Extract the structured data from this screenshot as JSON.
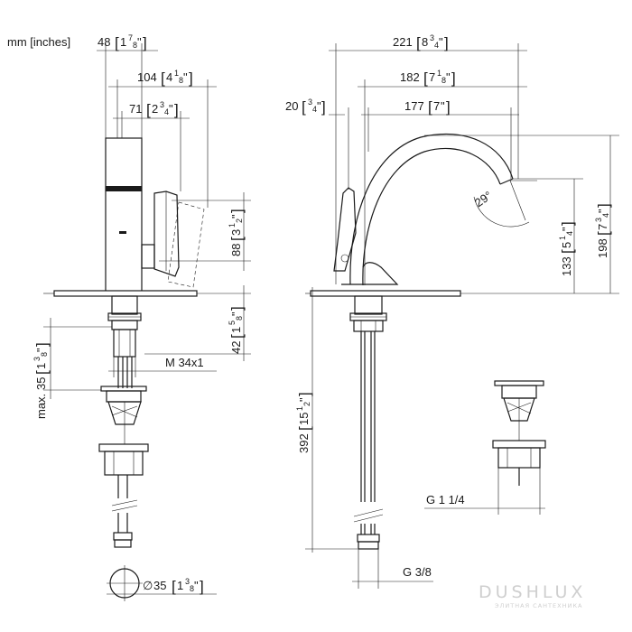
{
  "unit_label": "mm [inches]",
  "dimensions": {
    "left_width_48": {
      "mm": "48",
      "inch_whole": "1",
      "inch_num": "7",
      "inch_den": "8"
    },
    "left_width_104": {
      "mm": "104",
      "inch_whole": "4",
      "inch_num": "1",
      "inch_den": "8"
    },
    "left_width_71": {
      "mm": "71",
      "inch_whole": "2",
      "inch_num": "3",
      "inch_den": "4"
    },
    "lever_height_88": {
      "mm": "88",
      "inch_whole": "3",
      "inch_num": "1",
      "inch_den": "2"
    },
    "base_height_42": {
      "mm": "42",
      "inch_whole": "1",
      "inch_num": "5",
      "inch_den": "8"
    },
    "max_35": {
      "prefix": "max.",
      "mm": "35",
      "inch_whole": "1",
      "inch_num": "3",
      "inch_den": "8"
    },
    "thread": {
      "label": "M 34x1"
    },
    "hole_diameter": {
      "symbol": "∅",
      "mm": "35",
      "inch_whole": "1",
      "inch_num": "3",
      "inch_den": "8"
    },
    "right_width_221": {
      "mm": "221",
      "inch_whole": "8",
      "inch_num": "3",
      "inch_den": "4"
    },
    "right_width_182": {
      "mm": "182",
      "inch_whole": "7",
      "inch_num": "1",
      "inch_den": "8"
    },
    "right_width_177": {
      "mm": "177",
      "inch_whole": "7",
      "inch_num": "",
      "inch_den": ""
    },
    "right_width_20": {
      "mm": "20",
      "inch_whole": "",
      "inch_num": "3",
      "inch_den": "4"
    },
    "spout_angle": {
      "label": "29°"
    },
    "height_133": {
      "mm": "133",
      "inch_whole": "5",
      "inch_num": "1",
      "inch_den": "4"
    },
    "height_198": {
      "mm": "198",
      "inch_whole": "7",
      "inch_num": "3",
      "inch_den": "4"
    },
    "hose_392": {
      "mm": "392",
      "inch_whole": "15",
      "inch_num": "1",
      "inch_den": "2"
    },
    "waste_thread": {
      "label": "G 1 1/4"
    },
    "hose_thread": {
      "label": "G 3/8"
    }
  },
  "watermark": {
    "brand": "DUSHLUX",
    "tagline": "ЭЛИТНАЯ САНТЕХНИКА"
  }
}
